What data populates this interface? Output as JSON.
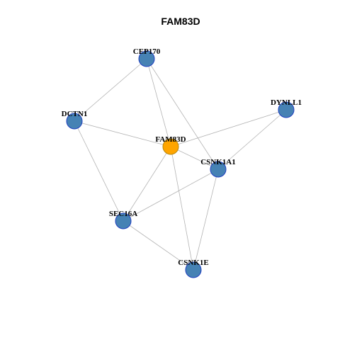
{
  "title": "FAM83D",
  "colors": {
    "center_fill": "#FFA500",
    "center_stroke": "#B8860B",
    "node_fill": "#4682B4",
    "node_stroke": "#1F3FBF",
    "edge": "#B3B3B3"
  },
  "nodes": [
    {
      "id": "CEP170",
      "label": "CEP170",
      "center": false
    },
    {
      "id": "DCTN1",
      "label": "DCTN1",
      "center": false
    },
    {
      "id": "DYNLL1",
      "label": "DYNLL1",
      "center": false
    },
    {
      "id": "FAM83D",
      "label": "FAM83D",
      "center": true
    },
    {
      "id": "CSNK1A1",
      "label": "CSNK1A1",
      "center": false
    },
    {
      "id": "SEC16A",
      "label": "SEC16A",
      "center": false
    },
    {
      "id": "CSNK1E",
      "label": "CSNK1E",
      "center": false
    }
  ],
  "edges": [
    [
      "CEP170",
      "DCTN1"
    ],
    [
      "CEP170",
      "FAM83D"
    ],
    [
      "CEP170",
      "CSNK1A1"
    ],
    [
      "DCTN1",
      "FAM83D"
    ],
    [
      "DCTN1",
      "SEC16A"
    ],
    [
      "DYNLL1",
      "FAM83D"
    ],
    [
      "DYNLL1",
      "CSNK1A1"
    ],
    [
      "FAM83D",
      "CSNK1A1"
    ],
    [
      "FAM83D",
      "SEC16A"
    ],
    [
      "FAM83D",
      "CSNK1E"
    ],
    [
      "CSNK1A1",
      "SEC16A"
    ],
    [
      "CSNK1A1",
      "CSNK1E"
    ],
    [
      "SEC16A",
      "CSNK1E"
    ]
  ]
}
